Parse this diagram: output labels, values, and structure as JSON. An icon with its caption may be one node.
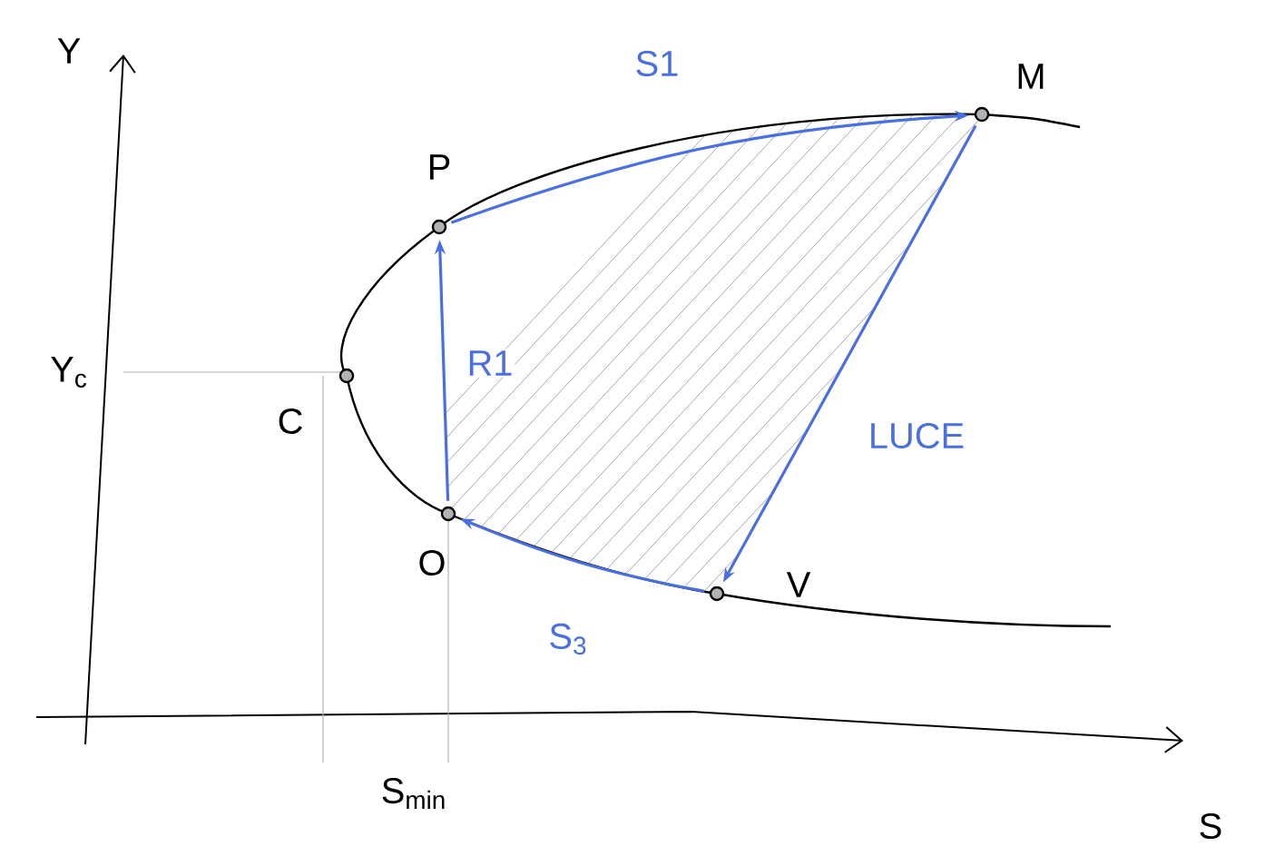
{
  "diagram": {
    "nodes": [
      {
        "text": [],
        "shape": "circle",
        "beside": [
          "C"
        ]
      },
      {
        "text": [],
        "shape": "circle",
        "beside": [
          "P"
        ]
      },
      {
        "text": [],
        "shape": "circle",
        "beside": [
          "M"
        ]
      },
      {
        "text": [],
        "shape": "circle",
        "beside": [
          "O"
        ]
      },
      {
        "text": [],
        "shape": "circle",
        "beside": [
          "V"
        ]
      }
    ],
    "edges": [
      {
        "from": 3,
        "to": 1,
        "arrow": "to",
        "label": "R1"
      },
      {
        "from": 1,
        "to": 2,
        "arrow": "to",
        "label": "S1"
      },
      {
        "from": 2,
        "to": 4,
        "arrow": "to",
        "label": "LUCE"
      },
      {
        "from": 4,
        "to": 3,
        "arrow": "to",
        "label": "S$_{3}$"
      }
    ],
    "labels": [
      "Y",
      "Y$_{c}$",
      "S$_{min}$",
      "S"
    ]
  }
}
